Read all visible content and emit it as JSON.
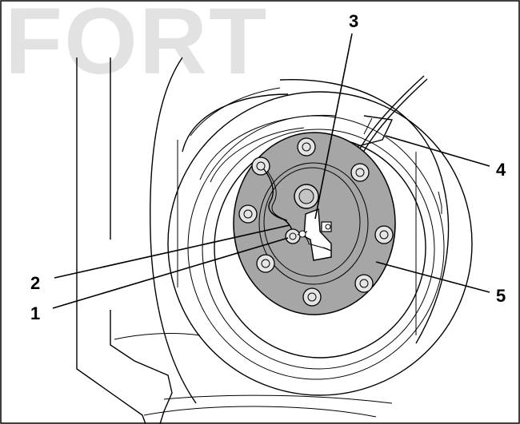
{
  "watermark": "FORT",
  "callouts": {
    "c1": "1",
    "c2": "2",
    "c3": "3",
    "c4": "4",
    "c5": "5"
  }
}
